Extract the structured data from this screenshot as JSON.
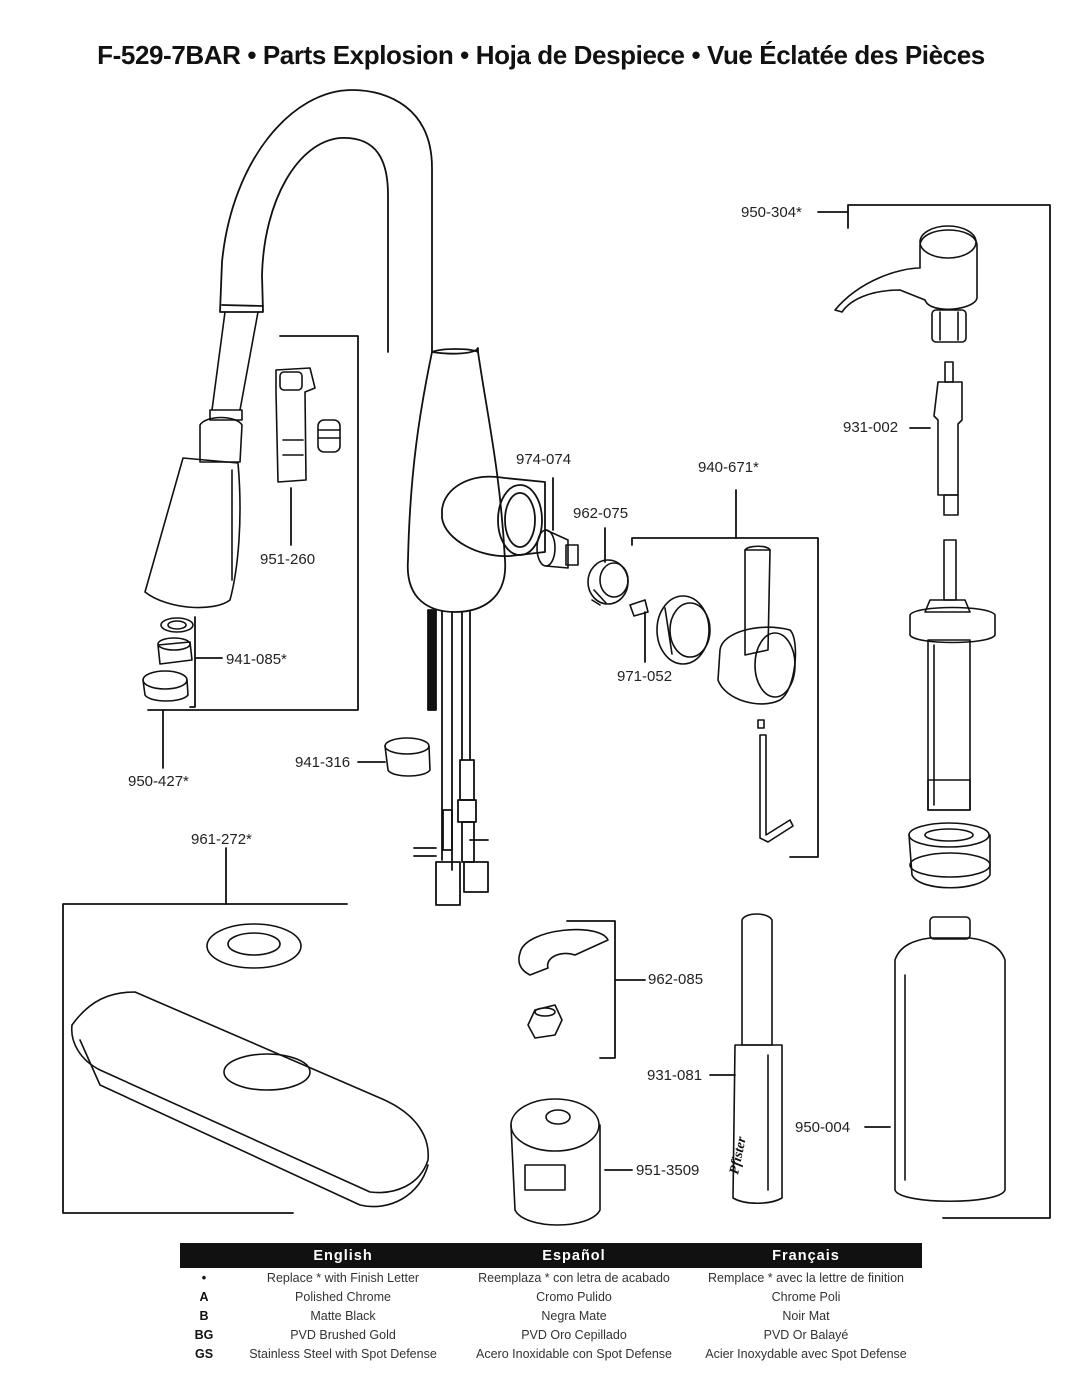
{
  "title": "F-529-7BAR  •  Parts Explosion  •  Hoja de Despiece  •  Vue Éclatée des Pièces",
  "part_labels": {
    "p950_304": "950-304*",
    "p931_002": "931-002",
    "p974_074": "974-074",
    "p940_671": "940-671*",
    "p962_075": "962-075",
    "p951_260": "951-260",
    "p941_085": "941-085*",
    "p971_052": "971-052",
    "p950_427": "950-427*",
    "p941_316": "941-316",
    "p961_272": "961-272*",
    "p962_085": "962-085",
    "p931_081": "931-081",
    "p950_004": "950-004",
    "p951_3509": "951-3509"
  },
  "legend": {
    "headers": [
      "English",
      "Español",
      "Français"
    ],
    "rows": [
      {
        "key": "•",
        "en": "Replace * with Finish Letter",
        "es": "Reemplaza * con letra de acabado",
        "fr": "Remplace * avec la lettre de finition"
      },
      {
        "key": "A",
        "en": "Polished Chrome",
        "es": "Cromo Pulido",
        "fr": "Chrome Poli"
      },
      {
        "key": "B",
        "en": "Matte Black",
        "es": "Negra Mate",
        "fr": "Noir Mat"
      },
      {
        "key": "BG",
        "en": "PVD Brushed Gold",
        "es": "PVD Oro Cepillado",
        "fr": "PVD Or Balayé"
      },
      {
        "key": "GS",
        "en": "Stainless Steel with Spot Defense",
        "es": "Acero Inoxidable con Spot Defense",
        "fr": "Acier Inoxydable avec Spot Defense"
      }
    ]
  },
  "logo_text": "Pfister"
}
